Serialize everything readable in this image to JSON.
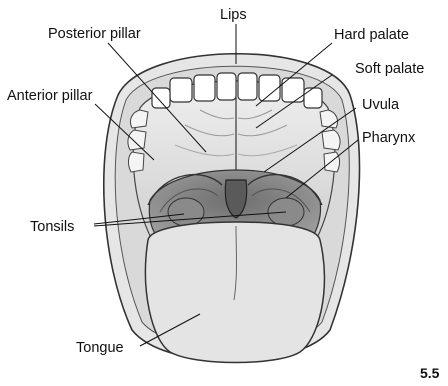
{
  "labels": {
    "lips": "Lips",
    "posterior_pillar": "Posterior pillar",
    "hard_palate": "Hard palate",
    "soft_palate": "Soft palate",
    "anterior_pillar": "Anterior pillar",
    "uvula": "Uvula",
    "pharynx": "Pharynx",
    "tonsils": "Tonsils",
    "tongue": "Tongue"
  },
  "figure_number": "5.5"
}
